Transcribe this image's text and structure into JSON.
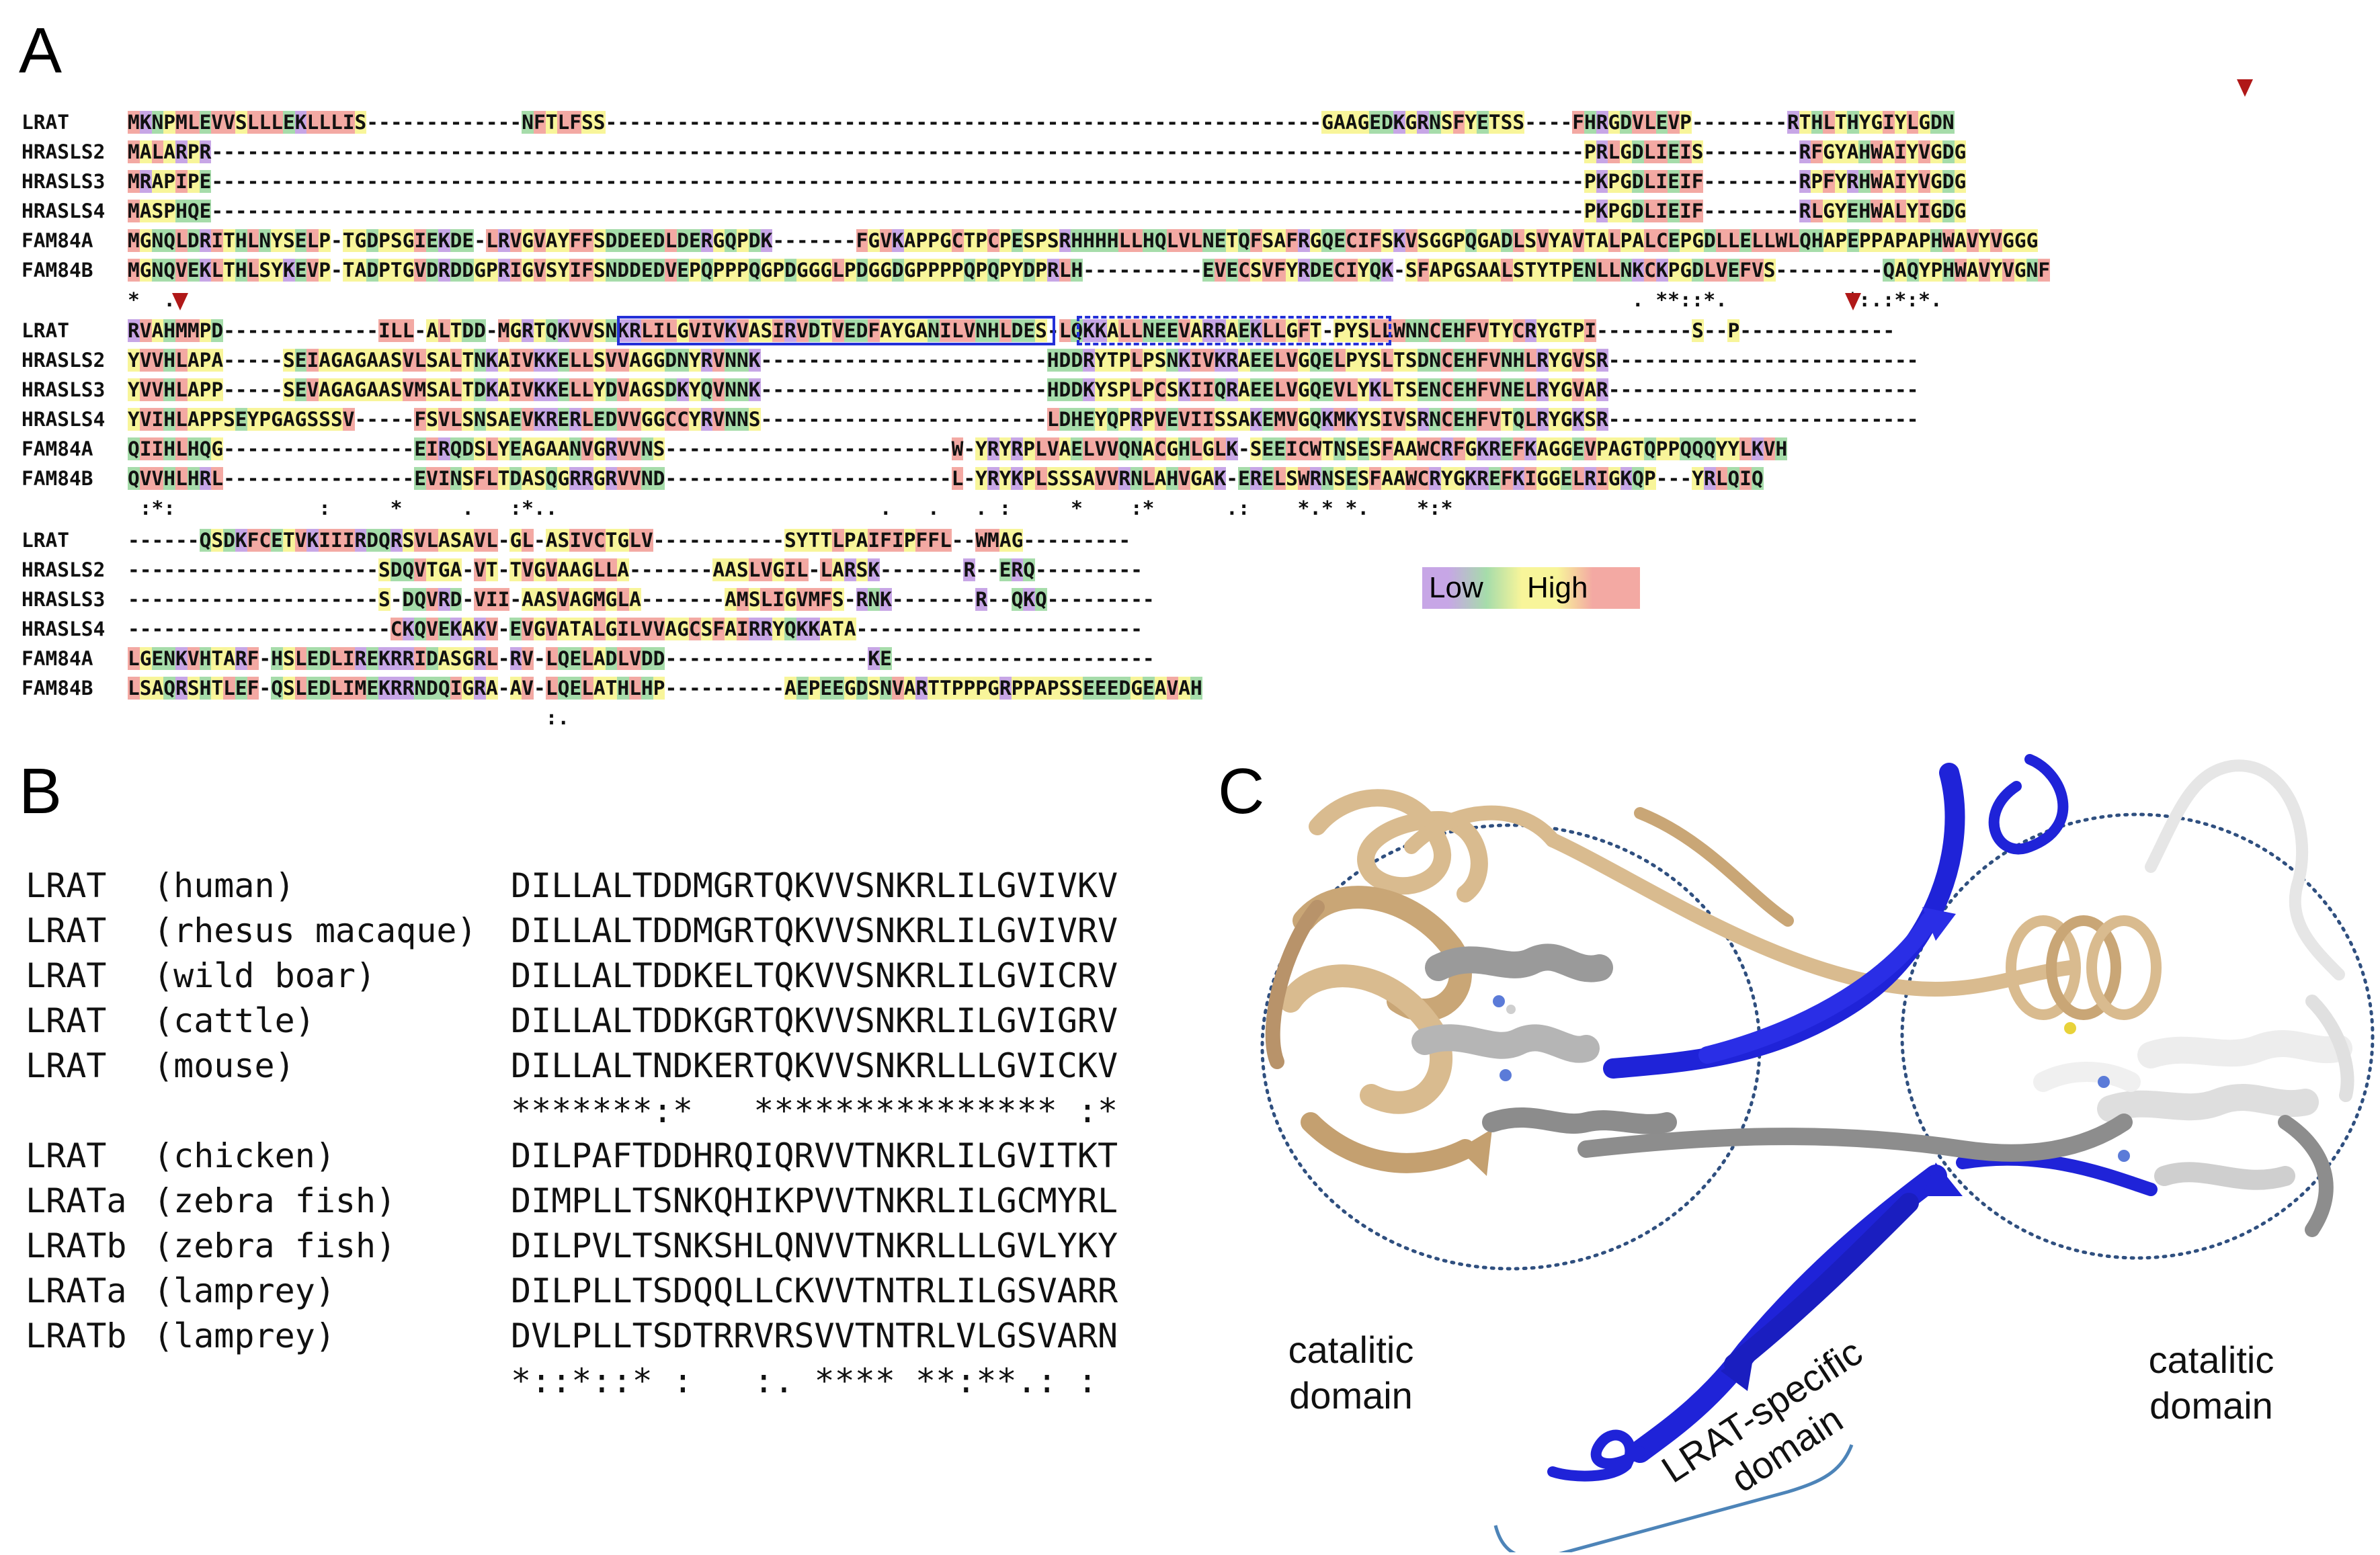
{
  "panels": {
    "a": "A",
    "b": "B",
    "c": "C"
  },
  "alignment": {
    "blocks": [
      {
        "rows": [
          {
            "name": "LRAT",
            "seq": "MKNPMLEVVSLLLEKLLLIS-------------NFTLFSS------------------------------------------------------------GAAGEDKGRNSFYETSS----FHRGDVLEVP--------RTHLTHYGIYLGDN"
          },
          {
            "name": "HRASLS2",
            "seq": "MALARPR-------------------------------------------------------------------------------------------------------------------PRLGDLIEIS--------RFGYAHWAIYVGDG"
          },
          {
            "name": "HRASLS3",
            "seq": "MRAPIPE-------------------------------------------------------------------------------------------------------------------PKPGDLIEIF--------RPFYRHWAIYVGDG"
          },
          {
            "name": "HRASLS4",
            "seq": "MASPHQE-------------------------------------------------------------------------------------------------------------------PKPGDLIEIF--------RLGYEHWALYIGDG"
          },
          {
            "name": "FAM84A",
            "seq": "MGNQLDRITHLNYSELP-TGDPSGIEKDE-LRVGVAYFFSDDEEDLDERGQPDK-------FGVKAPPGCTPCPESPSRHHHHLLHQLVLNETQFSAFRGQECIFSKVSGGPQGADLSVYAVTALPALCEPGDLLELLWLQHAPEPPAPAPHWAVYVGGG"
          },
          {
            "name": "FAM84B",
            "seq": "MGNQVEKLTHLSYKEVP-TADPTGVDRDDGPRIGVSYIFSNDDEDVEPQPPPQGPDGGGLPDGGDGPPPPQPQPYDPRLH----------EVECSVFYRDECIYQK-SFAPGSAALSTYTPENLLNKCKPGDLVEFVS---------QAQYPHWAVYVGNF"
          }
        ],
        "cons": "*  .                                                                                                                          . **::*.          *:.:*:*."
      },
      {
        "rows": [
          {
            "name": "LRAT",
            "seq": "RVAHMMPD-------------ILL-ALTDD-MGRTQKVVSNKRLILGVIVKVASIRVDTVEDFAYGANILVNHLDES-LQKKALLNEEVARRAEKLLGFT-PYSLLWNNCEHFVTYCRYGTPI--------S--P-------------"
          },
          {
            "name": "HRASLS2",
            "seq": "YVVHLAPA-----SEIAGAGAASVLSALTNKAIVKKELLSVVAGGDNYRVNNK------------------------HDDRYTPLPSNKIVKRAEELVGQELPYSLTSDNCEHFVNHLRYGVSR--------------------------"
          },
          {
            "name": "HRASLS3",
            "seq": "YVVHLAPP-----SEVAGAGAASVMSALTDKAIVKKELLYDVAGSDKYQVNNK------------------------HDDKYSPLPCSKIIQRAEELVGQEVLYKLTSENCEHFVNELRYGVAR--------------------------"
          },
          {
            "name": "HRASLS4",
            "seq": "YVIHLAPPSEYPGAGSSSV-----FSVLSNSAEVKRERLEDVVGGCCYRVNNS------------------------LDHEYQPRPVEVIISSAKEMVGQKMKYSIVSRNCEHFVTQLRYGKSR--------------------------"
          },
          {
            "name": "FAM84A",
            "seq": "QIIHLHQG----------------EIRQDSLYEAGAANVGRVVNS------------------------W-YRYRPLVAELVVQNACGHLGLK-SEEICWTNSESFAAWCRFGKREFKAGGEVPAGTQPPQQQYYLKVH"
          },
          {
            "name": "FAM84B",
            "seq": "QVVHLHRL----------------EVINSFLTDASQGRRGRVVND------------------------L-YRYKPLSSSAVVRNLAHVGAK-ERELSWRNSESFAAWCRYGKREFKIGGELRIGKQP---YRLQIQ"
          }
        ],
        "cons": " :*:            :     *     .   :*..                           .   .   . :     *    :*      .:    *.* *.    *:*"
      },
      {
        "rows": [
          {
            "name": "LRAT",
            "seq": "------QSDKFCETVKIIIRDQRSVLASAVL-GL-ASIVCTGLV-----------SYTTLPAIFIPFFL--WMAG---------"
          },
          {
            "name": "HRASLS2",
            "seq": "---------------------SDQVTGA-VT-TVGVAAGLLA-------AASLVGIL-LARSK-------R--ERQ---------"
          },
          {
            "name": "HRASLS3",
            "seq": "---------------------S-DQVRD-VII-AASVAGMGLA-------AMSLIGVMFS-RNK-------R--QKQ---------"
          },
          {
            "name": "HRASLS4",
            "seq": "----------------------CKQVEKAKV-EVGVATALGILVVAGCSFAIRRYQKKATA------------------------"
          },
          {
            "name": "FAM84A",
            "seq": "LGENKVHTARF-HSLEDLIREKRRIDASGRL-RV-LQELADLVDD-----------------KE----------------------"
          },
          {
            "name": "FAM84B",
            "seq": "LSAQRSHTLEF-QSLEDLIMEKRRNDQIGRA-AV-LQELATHLHP----------AEPEEGDSNVARTTPPPGRPPAPSSEEEDGEAVAH"
          }
        ],
        "cons": "                                   :."
      }
    ]
  },
  "legend": {
    "low": "Low",
    "high": "High"
  },
  "panel_b": {
    "group1": [
      {
        "gene": "LRAT",
        "species": "(human)",
        "seq": "DILLALTDDMGRTQKVVSNKRLILGVIVKV"
      },
      {
        "gene": "LRAT",
        "species": "(rhesus macaque)",
        "seq": "DILLALTDDMGRTQKVVSNKRLILGVIVRV"
      },
      {
        "gene": "LRAT",
        "species": "(wild boar)",
        "seq": "DILLALTDDKELTQKVVSNKRLILGVICRV"
      },
      {
        "gene": "LRAT",
        "species": "(cattle)",
        "seq": "DILLALTDDKGRTQKVVSNKRLILGVIGRV"
      },
      {
        "gene": "LRAT",
        "species": "(mouse)",
        "seq": "DILLALTNDKERTQKVVSNKRLLLGVICKV"
      }
    ],
    "cons1": "*******:*   *************** :*",
    "group2": [
      {
        "gene": "LRAT",
        "species": "(chicken)",
        "seq": "DILPAFTDDHRQIQRVVTNKRLILGVITKT"
      },
      {
        "gene": "LRATa",
        "species": "(zebra fish)",
        "seq": "DIMPLLTSNKQHIKPVVTNKRLILGCMYRL"
      },
      {
        "gene": "LRATb",
        "species": "(zebra fish)",
        "seq": "DILPVLTSNKSHLQNVVTNKRLLLGVLYKY"
      },
      {
        "gene": "LRATa",
        "species": "(lamprey)",
        "seq": "DILPLLTSDQQLLCKVVTNTRLILGSVARR"
      },
      {
        "gene": "LRATb",
        "species": "(lamprey)",
        "seq": "DVLPLLTSDTRRVRSVVTNTRLVLGSVARN"
      }
    ],
    "cons2": "*::*::* :   :. **** **:**.: :"
  },
  "panel_c": {
    "left_label": [
      "catalitic",
      "domain"
    ],
    "right_label": [
      "catalitic",
      "domain"
    ],
    "bracket_label": [
      "LRAT-specific",
      "domain"
    ],
    "colors": {
      "tan": "#d9bb8f",
      "blue": "#1f23d8",
      "white": "#e6e6e6",
      "gray": "#8d8d8d",
      "ellipse": "#2f4f7f",
      "bracket": "#4d84b8"
    }
  }
}
